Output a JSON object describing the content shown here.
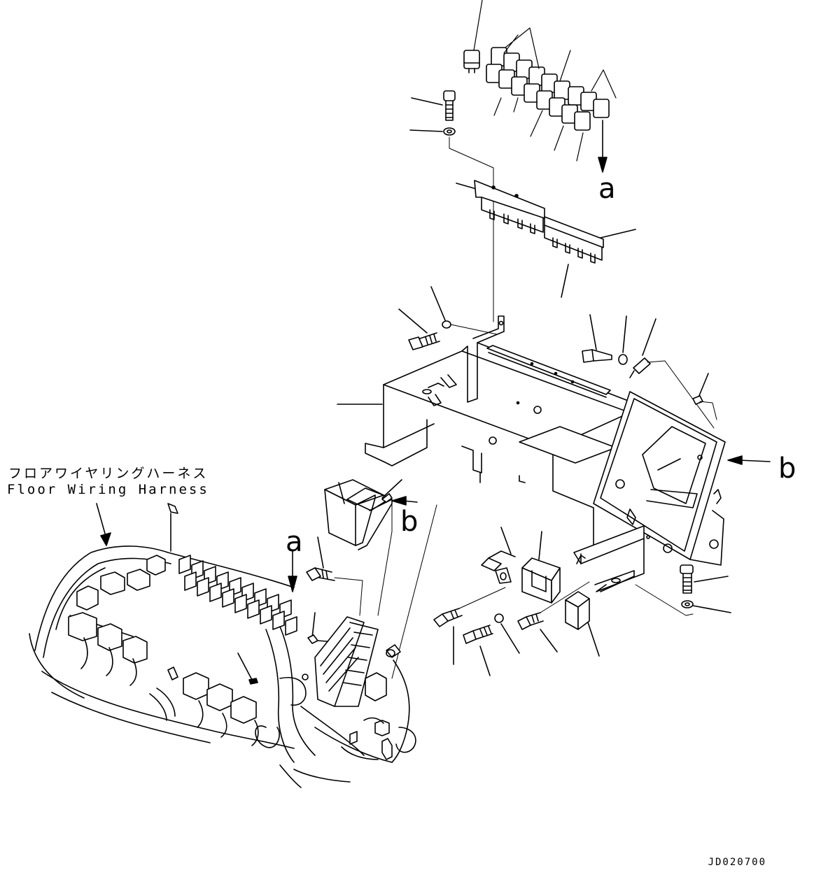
{
  "harness_label": {
    "japanese": "フロアワイヤリングハーネス",
    "english": "Floor Wiring Harness"
  },
  "callouts": {
    "a_top": "a",
    "b_right": "b",
    "b_mid": "b",
    "a_left": "a"
  },
  "drawing_code": "JD020700",
  "colors": {
    "line": "#000000",
    "background": "#ffffff"
  }
}
